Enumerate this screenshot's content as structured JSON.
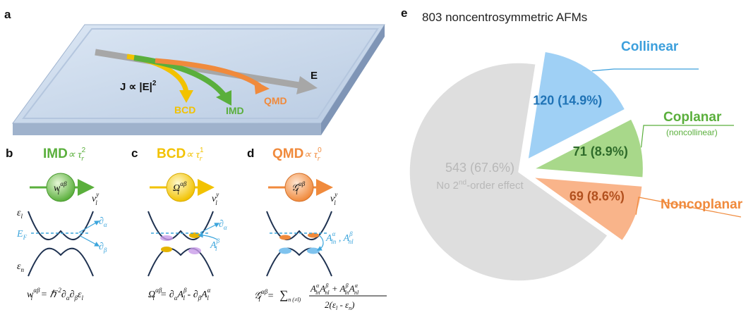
{
  "panels": {
    "a": {
      "label": "a",
      "current_eq_j": "J ∝ |",
      "current_eq_e": "E",
      "current_eq_end": "|",
      "current_eq_pow": "2",
      "field_label": "E",
      "arrow_bcd": "BCD",
      "arrow_imd": "IMD",
      "arrow_qmd": "QMD"
    },
    "b": {
      "label": "b",
      "title": "IMD",
      "scaling_base": "∝ τ",
      "scaling_sub": "r",
      "scaling_exp": "2",
      "ball_sym": "w",
      "ball_sub": "l",
      "ball_sup": "αβ",
      "velocity": "v",
      "velocity_sub": "l",
      "velocity_sup": "y",
      "band_upper": "ε",
      "band_upper_sub": "l",
      "band_lower": "ε",
      "band_lower_sub": "n",
      "fermi": "E",
      "fermi_sub": "F",
      "deriv_a": "∂",
      "deriv_a_sub": "α",
      "deriv_b": "∂",
      "deriv_b_sub": "β",
      "formula": "w",
      "formula_sub": "l",
      "formula_sup": "αβ",
      "formula_rhs": " = ℏ",
      "formula_pow": "-2",
      "formula_rest": "∂",
      "formula_a": "α",
      "formula_d2": "∂",
      "formula_b": "β",
      "formula_eps": "ε",
      "formula_eps_sub": "l"
    },
    "c": {
      "label": "c",
      "title": "BCD",
      "scaling_base": "∝ τ",
      "scaling_sub": "r",
      "scaling_exp": "1",
      "ball_sym": "Ω",
      "ball_sub": "l",
      "ball_sup": "αβ",
      "velocity": "v",
      "velocity_sub": "l",
      "velocity_sup": "y",
      "deriv_a": "∂",
      "deriv_a_sub": "α",
      "conn": "A",
      "conn_sub": "l",
      "conn_sup": "β",
      "formula_lhs": "Ω",
      "formula_lhs_sub": "l",
      "formula_lhs_sup": "αβ",
      "formula_eq": "= ∂",
      "formula_t1_sub": "α",
      "formula_t1_a": "A",
      "formula_t1_a_sub": "l",
      "formula_t1_a_sup": "β",
      "formula_minus": " - ∂",
      "formula_t2_sub": "β",
      "formula_t2_a": "A",
      "formula_t2_a_sub": "l",
      "formula_t2_a_sup": "α"
    },
    "d": {
      "label": "d",
      "title": "QMD",
      "scaling_base": "∝ τ",
      "scaling_sub": "r",
      "scaling_exp": "0",
      "ball_sym": "𝒢",
      "ball_sub": "l",
      "ball_sup": "αβ",
      "velocity": "v",
      "velocity_sub": "l",
      "velocity_sup": "y",
      "conn1": "A",
      "conn1_sub": "ln",
      "conn1_sup": "α",
      "conn_sep": " ,  ",
      "conn2": "A",
      "conn2_sub": "nl",
      "conn2_sup": "β",
      "formula_lhs": "𝒢",
      "formula_lhs_sub": "l",
      "formula_lhs_sup": "αβ",
      "formula_eq": "=",
      "formula_sum": "∑",
      "formula_sum_sub": "n (≠l)",
      "num_a1": "A",
      "num_a1_sub": "ln",
      "num_a1_sup": "α",
      "num_a2": "A",
      "num_a2_sub": "nl",
      "num_a2_sup": "β",
      "num_plus": " + ",
      "num_a3": "A",
      "num_a3_sub": "ln",
      "num_a3_sup": "β",
      "num_a4": "A",
      "num_a4_sub": "nl",
      "num_a4_sup": "α",
      "den_pre": "2(",
      "den_e1": "ε",
      "den_e1_sub": "l",
      "den_minus": " - ",
      "den_e2": "ε",
      "den_e2_sub": "n",
      "den_post": ")"
    },
    "e": {
      "label": "e",
      "title": "803 noncentrosymmetric AFMs"
    }
  },
  "chart_data": {
    "type": "pie",
    "title": "803 noncentrosymmetric AFMs",
    "total": 803,
    "slices": [
      {
        "name": "Collinear",
        "value": 120,
        "percent": 14.9,
        "label": "120 (14.9%)",
        "color": "#9fd0f5",
        "text_color": "#1f73b6",
        "name_color": "#3c9fdc",
        "exploded": true
      },
      {
        "name": "Coplanar",
        "note": "(noncollinear)",
        "value": 71,
        "percent": 8.9,
        "label": "71 (8.9%)",
        "color": "#a8d88a",
        "text_color": "#2e6b2a",
        "name_color": "#5aaf3c",
        "exploded": true
      },
      {
        "name": "Noncoplanar",
        "value": 69,
        "percent": 8.6,
        "label": "69 (8.6%)",
        "color": "#f9b48a",
        "text_color": "#b2501e",
        "name_color": "#f08a3c",
        "exploded": true
      },
      {
        "name": "",
        "value": 543,
        "percent": 67.6,
        "label": "543 (67.6%)",
        "color": "#dedede",
        "text_color": "#b8b8b8",
        "exploded": false
      }
    ],
    "unlabeled_caption_pre": "No 2",
    "unlabeled_caption_sup": "nd",
    "unlabeled_caption_post": "-order effect"
  },
  "colors": {
    "imd": "#5aaf3c",
    "bcd": "#f2c200",
    "qmd": "#f08a3c",
    "field_arrow": "#a7a7a7",
    "plate_top": "#cfdcee",
    "plate_side": "#8ea3c2",
    "fermi": "#3ca5dc"
  }
}
